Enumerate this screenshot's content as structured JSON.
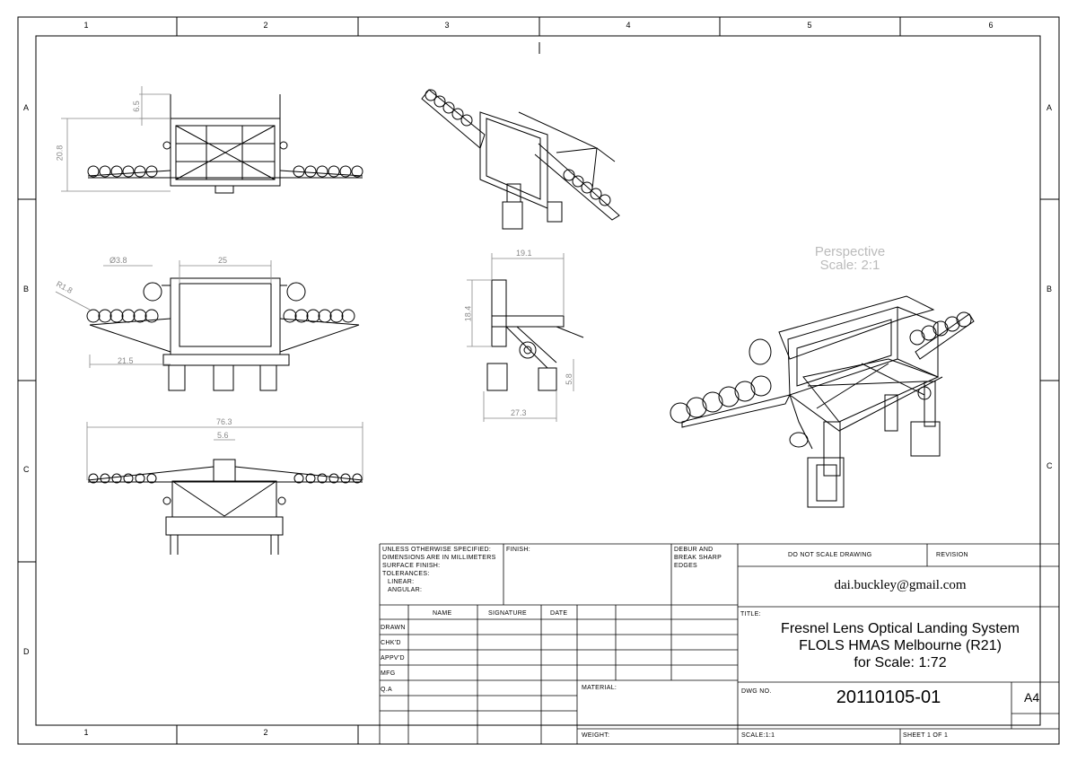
{
  "zones": {
    "cols_top": [
      "1",
      "2",
      "3",
      "4",
      "5",
      "6"
    ],
    "cols_bottom": [
      "1",
      "2"
    ],
    "rows_left": [
      "A",
      "B",
      "C",
      "D"
    ],
    "rows_right": [
      "A",
      "B",
      "C"
    ]
  },
  "dimensions": {
    "top_view": [
      "6.5",
      "20.8"
    ],
    "front_view": [
      "Ø3.8",
      "25",
      "R1.8",
      "21.5"
    ],
    "side_view": [
      "19.1",
      "18.4",
      "5.8",
      "27.3"
    ],
    "bottom_view": [
      "76.3",
      "5.6"
    ]
  },
  "perspective": {
    "label": "Perspective",
    "scale": "Scale: 2:1"
  },
  "title_block": {
    "notes": [
      "UNLESS OTHERWISE SPECIFIED:",
      "DIMENSIONS ARE IN MILLIMETERS",
      "SURFACE FINISH:",
      "TOLERANCES:",
      "LINEAR:",
      "ANGULAR:"
    ],
    "finish": "FINISH:",
    "deburr": [
      "DEBUR AND",
      "BREAK SHARP",
      "EDGES"
    ],
    "do_not_scale": "DO NOT SCALE DRAWING",
    "revision": "REVISION",
    "author": "dai.buckley@gmail.com",
    "headers": [
      "NAME",
      "SIGNATURE",
      "DATE"
    ],
    "roles": [
      "DRAWN",
      "CHK'D",
      "APPV'D",
      "MFG",
      "Q.A"
    ],
    "title_label": "TITLE:",
    "title_lines": [
      "Fresnel Lens Optical Landing System",
      "FLOLS HMAS Melbourne (R21)",
      "for Scale: 1:72"
    ],
    "material": "MATERIAL:",
    "weight": "WEIGHT:",
    "dwg_label": "DWG NO.",
    "dwg_no": "20110105-01",
    "size": "A4",
    "scale": "SCALE:1:1",
    "sheet": "SHEET 1 OF 1"
  }
}
